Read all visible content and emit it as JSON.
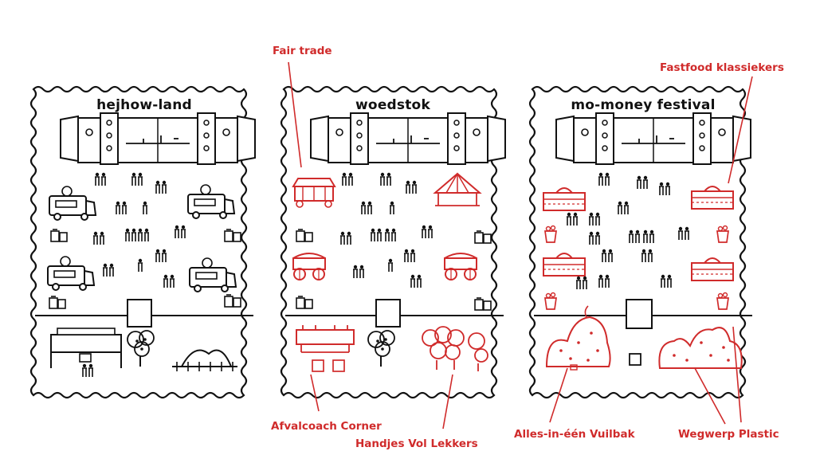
{
  "diagram": {
    "festivals": [
      {
        "title": "hejhow-land"
      },
      {
        "title": "woedstok"
      },
      {
        "title": "mo-money festival"
      }
    ],
    "callouts": {
      "fair_trade": "Fair trade",
      "fastfood_klassiekers": "Fastfood klassiekers",
      "afvalcoach_corner": "Afvalcoach Corner",
      "handjes_vol_lekkers": "Handjes Vol Lekkers",
      "alles_in_een_vuilbak": "Alles-in-één Vuilbak",
      "wegwerp_plastic": "Wegwerp Plastic"
    },
    "colors": {
      "ink": "#111111",
      "highlight": "#d02b2b",
      "paper": "#ffffff"
    }
  }
}
